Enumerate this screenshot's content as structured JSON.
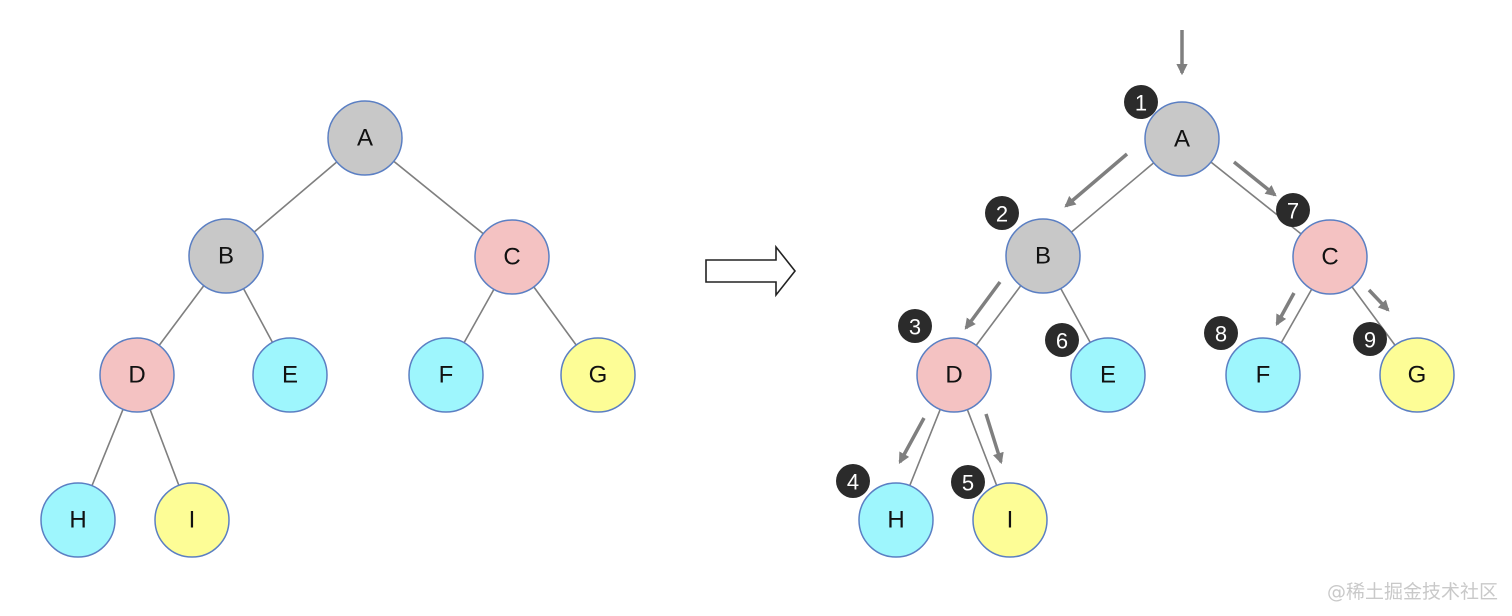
{
  "colors": {
    "gray": "#c8c8c8",
    "pink": "#f4c2c2",
    "cyan": "#9ef6fd",
    "yellow": "#fdfd96",
    "node_stroke": "#5b7fc3",
    "edge": "#7f7f7f",
    "arrow": "#7f7f7f",
    "badge": "#2b2b2b"
  },
  "left_tree": {
    "nodes": [
      {
        "id": "A",
        "label": "A",
        "color": "gray"
      },
      {
        "id": "B",
        "label": "B",
        "color": "gray"
      },
      {
        "id": "C",
        "label": "C",
        "color": "pink"
      },
      {
        "id": "D",
        "label": "D",
        "color": "pink"
      },
      {
        "id": "E",
        "label": "E",
        "color": "cyan"
      },
      {
        "id": "F",
        "label": "F",
        "color": "cyan"
      },
      {
        "id": "G",
        "label": "G",
        "color": "yellow"
      },
      {
        "id": "H",
        "label": "H",
        "color": "cyan"
      },
      {
        "id": "I",
        "label": "I",
        "color": "yellow"
      }
    ],
    "edges": [
      [
        "A",
        "B"
      ],
      [
        "A",
        "C"
      ],
      [
        "B",
        "D"
      ],
      [
        "B",
        "E"
      ],
      [
        "C",
        "F"
      ],
      [
        "C",
        "G"
      ],
      [
        "D",
        "H"
      ],
      [
        "D",
        "I"
      ]
    ]
  },
  "right_tree": {
    "nodes": [
      {
        "id": "A",
        "label": "A",
        "color": "gray",
        "order": "1"
      },
      {
        "id": "B",
        "label": "B",
        "color": "gray",
        "order": "2"
      },
      {
        "id": "C",
        "label": "C",
        "color": "pink",
        "order": "7"
      },
      {
        "id": "D",
        "label": "D",
        "color": "pink",
        "order": "3"
      },
      {
        "id": "E",
        "label": "E",
        "color": "cyan",
        "order": "6"
      },
      {
        "id": "F",
        "label": "F",
        "color": "cyan",
        "order": "8"
      },
      {
        "id": "G",
        "label": "G",
        "color": "yellow",
        "order": "9"
      },
      {
        "id": "H",
        "label": "H",
        "color": "cyan",
        "order": "4"
      },
      {
        "id": "I",
        "label": "I",
        "color": "yellow",
        "order": "5"
      }
    ],
    "edges": [
      [
        "A",
        "B"
      ],
      [
        "A",
        "C"
      ],
      [
        "B",
        "D"
      ],
      [
        "B",
        "E"
      ],
      [
        "C",
        "F"
      ],
      [
        "C",
        "G"
      ],
      [
        "D",
        "H"
      ],
      [
        "D",
        "I"
      ]
    ]
  },
  "watermark": "@稀土掘金技术社区"
}
